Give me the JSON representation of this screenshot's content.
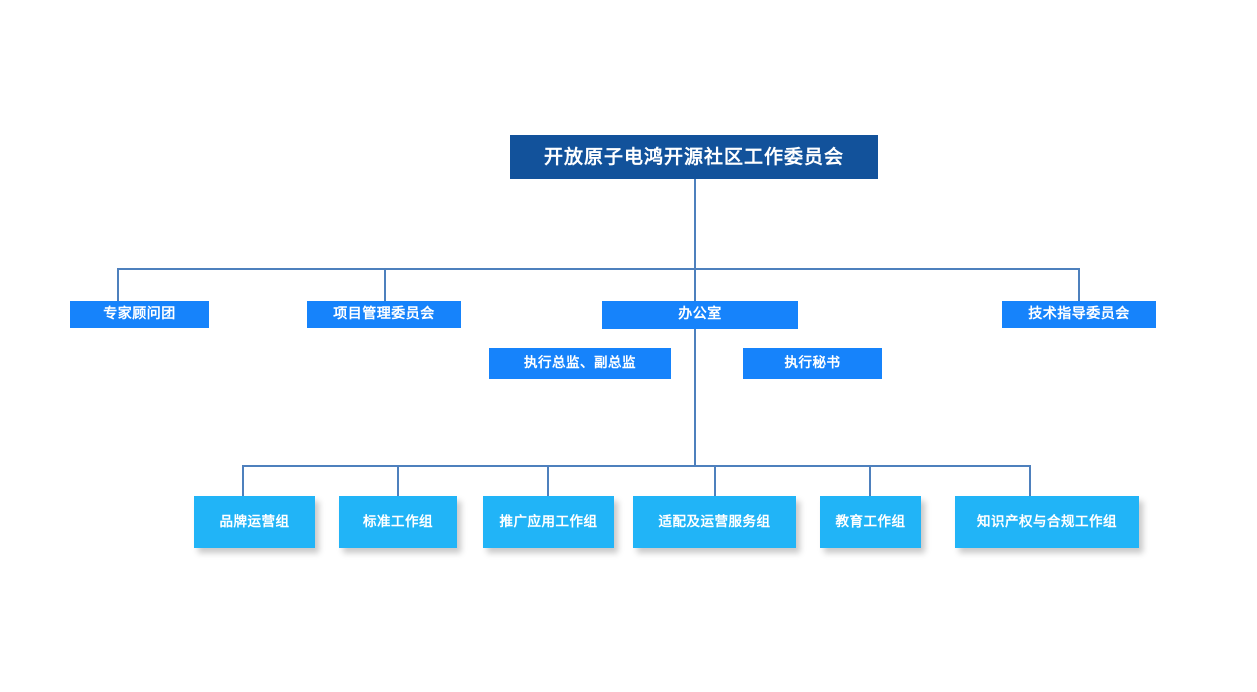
{
  "diagram": {
    "title": "开放原子电鸿开源社区工作委员会",
    "root": {
      "label": "开放原子电鸿开源社区工作委员会"
    },
    "level2": [
      {
        "label": "专家顾问团"
      },
      {
        "label": "项目管理委员会"
      },
      {
        "label": "办公室"
      },
      {
        "label": "技术指导委员会"
      }
    ],
    "office_staff": [
      {
        "label": "执行总监、副总监"
      },
      {
        "label": "执行秘书"
      }
    ],
    "working_groups": [
      {
        "label": "品牌运营组"
      },
      {
        "label": "标准工作组"
      },
      {
        "label": "推广应用工作组"
      },
      {
        "label": "适配及运营服务组"
      },
      {
        "label": "教育工作组"
      },
      {
        "label": "知识产权与合规工作组"
      }
    ],
    "colors": {
      "root_box": "#12529B",
      "level2_box": "#1683FB",
      "staff_box": "#1683FB",
      "group_box": "#21B4F7",
      "connector": "#4E80BD",
      "text": "#FFFFFF",
      "background": "#FFFFFF"
    }
  }
}
